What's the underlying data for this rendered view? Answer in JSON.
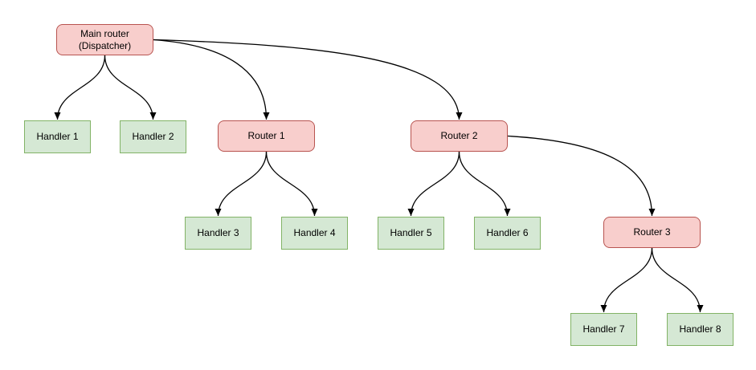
{
  "diagram": {
    "colors": {
      "router_fill": "#f8cecc",
      "router_border": "#b85450",
      "handler_fill": "#d5e8d4",
      "handler_border": "#82b366",
      "edge": "#000000"
    },
    "nodes": {
      "main": {
        "label": "Main router\n(Dispatcher)",
        "type": "router"
      },
      "router1": {
        "label": "Router 1",
        "type": "router"
      },
      "router2": {
        "label": "Router 2",
        "type": "router"
      },
      "router3": {
        "label": "Router 3",
        "type": "router"
      },
      "handler1": {
        "label": "Handler 1",
        "type": "handler"
      },
      "handler2": {
        "label": "Handler 2",
        "type": "handler"
      },
      "handler3": {
        "label": "Handler 3",
        "type": "handler"
      },
      "handler4": {
        "label": "Handler 4",
        "type": "handler"
      },
      "handler5": {
        "label": "Handler 5",
        "type": "handler"
      },
      "handler6": {
        "label": "Handler 6",
        "type": "handler"
      },
      "handler7": {
        "label": "Handler 7",
        "type": "handler"
      },
      "handler8": {
        "label": "Handler 8",
        "type": "handler"
      }
    },
    "edges": [
      {
        "from": "main",
        "to": "handler1"
      },
      {
        "from": "main",
        "to": "handler2"
      },
      {
        "from": "main",
        "to": "router1"
      },
      {
        "from": "main",
        "to": "router2"
      },
      {
        "from": "router1",
        "to": "handler3"
      },
      {
        "from": "router1",
        "to": "handler4"
      },
      {
        "from": "router2",
        "to": "handler5"
      },
      {
        "from": "router2",
        "to": "handler6"
      },
      {
        "from": "router2",
        "to": "router3"
      },
      {
        "from": "router3",
        "to": "handler7"
      },
      {
        "from": "router3",
        "to": "handler8"
      }
    ]
  }
}
